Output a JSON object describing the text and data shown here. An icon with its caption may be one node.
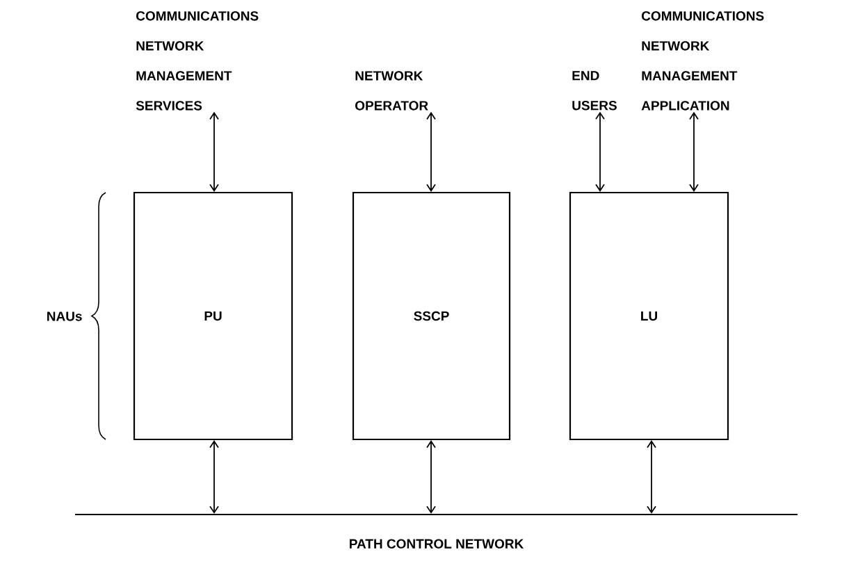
{
  "diagram": {
    "nodes": [
      {
        "text": [
          "COMMUNICATIONS NETWORK MANAGEMENT SERVICES"
        ]
      },
      {
        "text": [
          "NETWORK OPERATOR"
        ]
      },
      {
        "text": [
          "END USERS"
        ]
      },
      {
        "text": [
          "COMMUNICATIONS NETWORK MANAGEMENT APPLICATION"
        ]
      },
      {
        "text": [
          "PU"
        ]
      },
      {
        "text": [
          "SSCP"
        ]
      },
      {
        "text": [
          "LU"
        ]
      },
      {
        "text": [
          "PATH CONTROL NETWORK"
        ]
      }
    ],
    "edges": [
      {
        "from": 0,
        "to": 4,
        "arrow": "both"
      },
      {
        "from": 1,
        "to": 5,
        "arrow": "both"
      },
      {
        "from": 2,
        "to": 6,
        "arrow": "both"
      },
      {
        "from": 3,
        "to": 6,
        "arrow": "both"
      },
      {
        "from": 4,
        "to": 7,
        "arrow": "both"
      },
      {
        "from": 5,
        "to": 7,
        "arrow": "both"
      },
      {
        "from": 6,
        "to": 7,
        "arrow": "both"
      }
    ],
    "labels": [
      "NAUs"
    ]
  }
}
